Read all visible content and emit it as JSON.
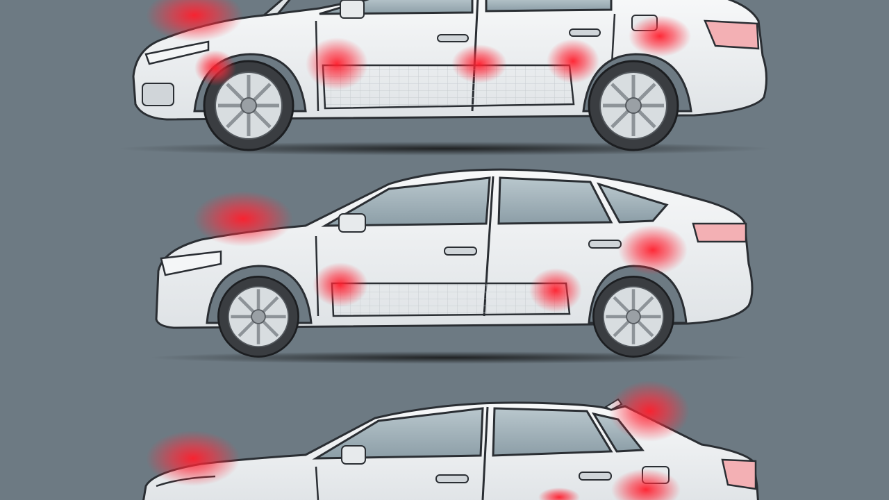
{
  "scene": {
    "background": "#6d7a83",
    "car_body": "#eef0f2",
    "car_outline": "#2a2e33",
    "glass": "#9fb0b8",
    "tire": "#3a3d41",
    "rim": "#d8dde0",
    "heat": "#ff1e2c"
  },
  "cars": [
    {
      "name": "car-top",
      "type": "sedan with open hood",
      "hotspots": [
        "hood",
        "front-wheel-arch",
        "front-rocker",
        "b-pillar-rocker",
        "rear-wheel-arch",
        "rear-quarter"
      ]
    },
    {
      "name": "car-middle",
      "type": "fastback hatch",
      "hotspots": [
        "hood",
        "front-rocker",
        "rear-rocker",
        "rear-quarter"
      ]
    },
    {
      "name": "car-bottom",
      "type": "sedan",
      "hotspots": [
        "hood",
        "trunk-lid",
        "rear-quarter"
      ]
    }
  ]
}
